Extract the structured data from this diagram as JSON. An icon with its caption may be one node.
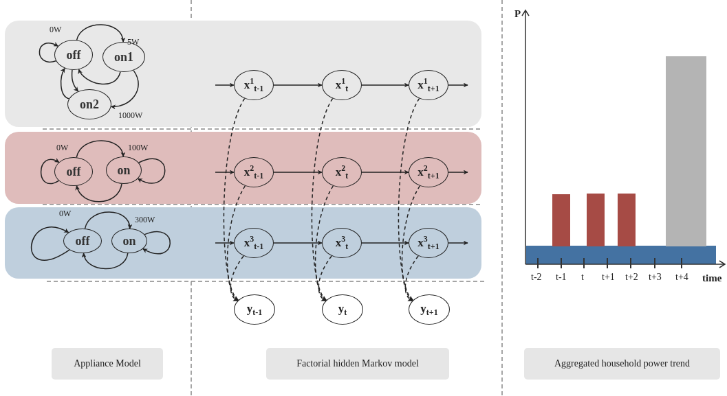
{
  "diagram": {
    "nodes": [
      {
        "text": [],
        "shape": "band"
      },
      {
        "text": [
          "off"
        ],
        "in": 0,
        "beside": [
          "0W"
        ]
      },
      {
        "text": [
          "on1"
        ],
        "in": 0,
        "beside": [
          "5W"
        ]
      },
      {
        "text": [
          "on2"
        ],
        "in": 0,
        "beside": [
          "1000W"
        ]
      },
      {
        "text": [],
        "shape": "band"
      },
      {
        "text": [
          "off"
        ],
        "in": 4,
        "beside": [
          "0W"
        ]
      },
      {
        "text": [
          "on"
        ],
        "in": 4,
        "beside": [
          "100W"
        ]
      },
      {
        "text": [],
        "shape": "band"
      },
      {
        "text": [
          "off"
        ],
        "in": 7,
        "beside": [
          "0W"
        ]
      },
      {
        "text": [
          "on"
        ],
        "in": 7,
        "beside": [
          "300W"
        ]
      },
      {
        "text": [
          "x$^{1}$$_{t-1}$"
        ],
        "in": 0
      },
      {
        "text": [
          "x$^{1}$$_{t}$"
        ],
        "in": 0
      },
      {
        "text": [
          "x$^{1}$$_{t+1}$"
        ],
        "in": 0
      },
      {
        "text": [
          "x$^{2}$$_{t-1}$"
        ],
        "in": 4
      },
      {
        "text": [
          "x$^{2}$$_{t}$"
        ],
        "in": 4
      },
      {
        "text": [
          "x$^{2}$$_{t+1}$"
        ],
        "in": 4
      },
      {
        "text": [
          "x$^{3}$$_{t-1}$"
        ],
        "in": 7
      },
      {
        "text": [
          "x$^{3}$$_{t}$"
        ],
        "in": 7
      },
      {
        "text": [
          "x$^{3}$$_{t+1}$"
        ],
        "in": 7
      },
      {
        "text": [
          "y$_{t-1}$"
        ]
      },
      {
        "text": [
          "y$_{t}$"
        ]
      },
      {
        "text": [
          "y$_{t+1}$"
        ]
      },
      {
        "text": [
          "Appliance Model"
        ]
      },
      {
        "text": [
          "Factorial hidden Markov model"
        ]
      },
      {
        "text": [
          "Aggregated household power trend"
        ]
      }
    ],
    "edges": [
      {
        "from": 1,
        "to": 1,
        "arrow": "to"
      },
      {
        "from": 1,
        "to": 2,
        "arrow": "to"
      },
      {
        "from": 2,
        "to": 1,
        "arrow": "to"
      },
      {
        "from": 1,
        "to": 3,
        "arrow": "to"
      },
      {
        "from": 3,
        "to": 1,
        "arrow": "to"
      },
      {
        "from": 2,
        "to": 3,
        "arrow": "to"
      },
      {
        "from": 5,
        "to": 5,
        "arrow": "to"
      },
      {
        "from": 5,
        "to": 6,
        "arrow": "to"
      },
      {
        "from": 6,
        "to": 5,
        "arrow": "to"
      },
      {
        "from": 6,
        "to": 6,
        "arrow": "to"
      },
      {
        "from": 8,
        "to": 8,
        "arrow": "to"
      },
      {
        "from": 8,
        "to": 9,
        "arrow": "to"
      },
      {
        "from": 9,
        "to": 8,
        "arrow": "to"
      },
      {
        "from": 9,
        "to": 9,
        "arrow": "to"
      },
      {
        "from": null,
        "to": 10,
        "arrow": "to"
      },
      {
        "from": 10,
        "to": 11,
        "arrow": "to"
      },
      {
        "from": 11,
        "to": 12,
        "arrow": "to"
      },
      {
        "from": 12,
        "to": null,
        "arrow": "to"
      },
      {
        "from": null,
        "to": 13,
        "arrow": "to"
      },
      {
        "from": 13,
        "to": 14,
        "arrow": "to"
      },
      {
        "from": 14,
        "to": 15,
        "arrow": "to"
      },
      {
        "from": 15,
        "to": null,
        "arrow": "to"
      },
      {
        "from": null,
        "to": 16,
        "arrow": "to"
      },
      {
        "from": 16,
        "to": 17,
        "arrow": "to"
      },
      {
        "from": 17,
        "to": 18,
        "arrow": "to"
      },
      {
        "from": 18,
        "to": null,
        "arrow": "to"
      },
      {
        "from": 10,
        "to": 19,
        "arrow": "to",
        "style": "dashed"
      },
      {
        "from": 13,
        "to": 19,
        "arrow": "to",
        "style": "dashed"
      },
      {
        "from": 16,
        "to": 19,
        "arrow": "to",
        "style": "dashed"
      },
      {
        "from": 11,
        "to": 20,
        "arrow": "to",
        "style": "dashed"
      },
      {
        "from": 14,
        "to": 20,
        "arrow": "to",
        "style": "dashed"
      },
      {
        "from": 17,
        "to": 20,
        "arrow": "to",
        "style": "dashed"
      },
      {
        "from": 12,
        "to": 21,
        "arrow": "to",
        "style": "dashed"
      },
      {
        "from": 15,
        "to": 21,
        "arrow": "to",
        "style": "dashed"
      },
      {
        "from": 18,
        "to": 21,
        "arrow": "to",
        "style": "dashed"
      }
    ],
    "labels": [
      "P",
      "t-2",
      "t-1",
      "t",
      "t+1",
      "t+2",
      "t+3",
      "t+4",
      "time"
    ]
  }
}
